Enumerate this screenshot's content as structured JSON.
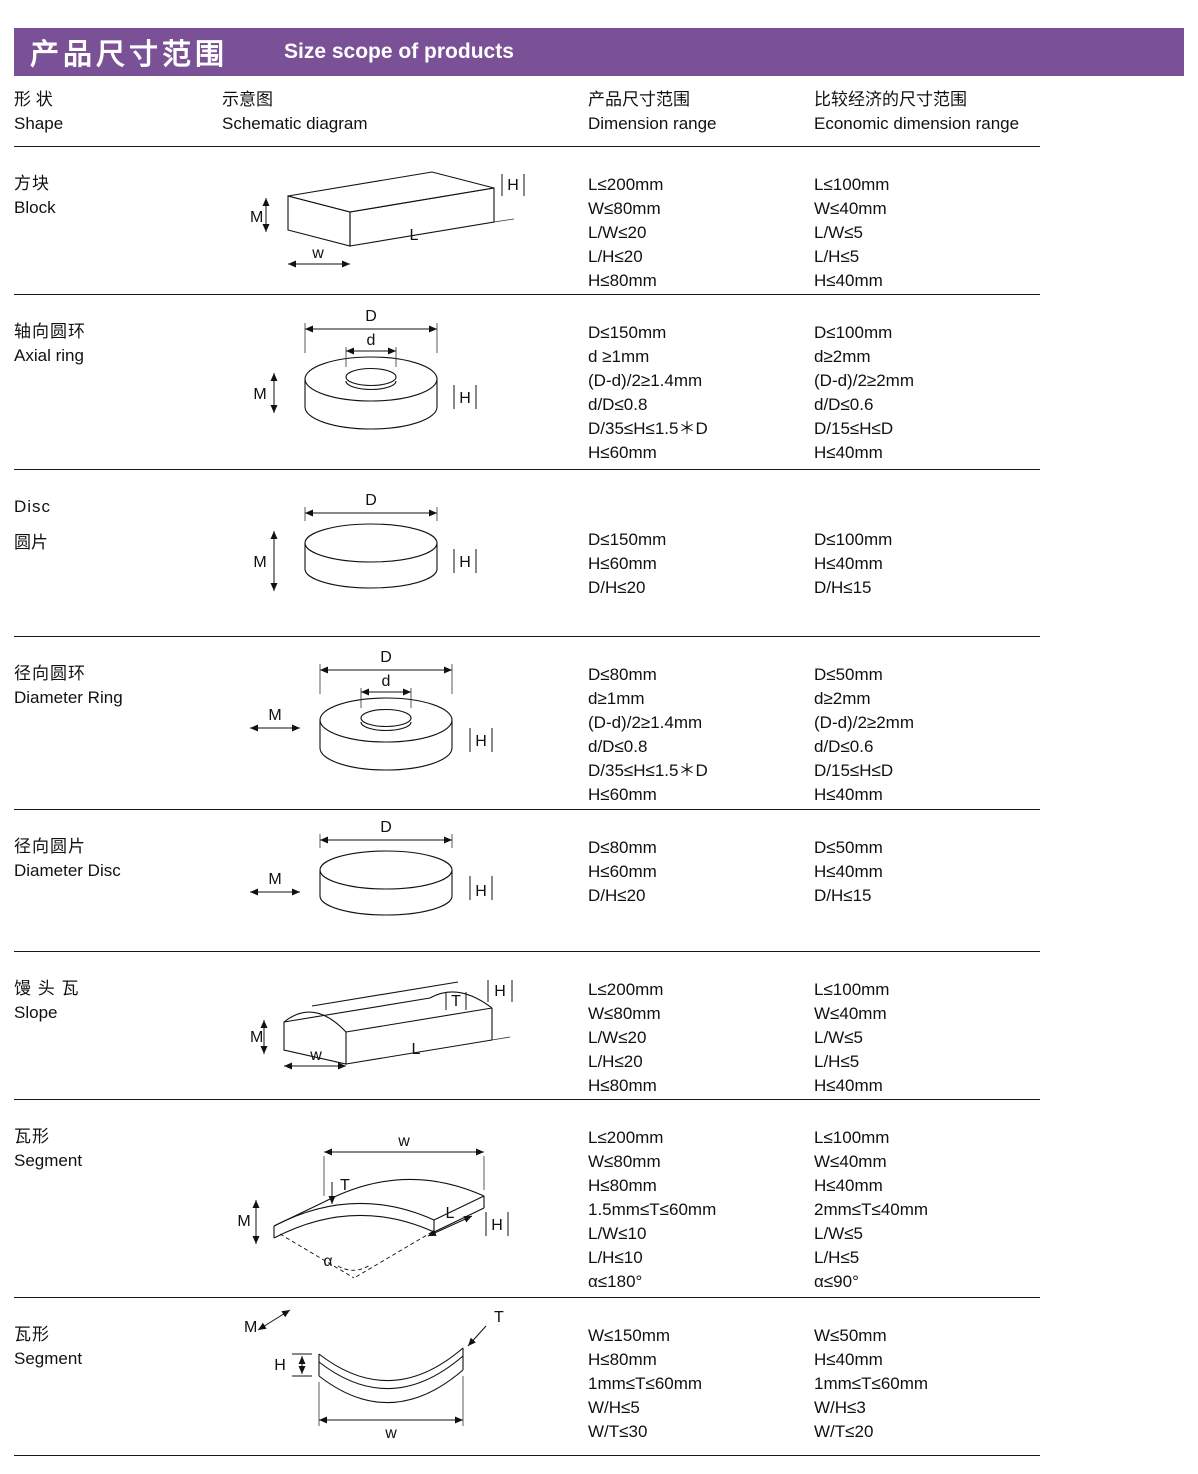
{
  "page": {
    "accent_color": "#7a5096",
    "line_color": "#1a1a1a"
  },
  "header": {
    "title_zh": "产品尺寸范围",
    "title_en": "Size scope of products"
  },
  "columns": {
    "shape": {
      "zh": "形 状",
      "en": "Shape"
    },
    "schematic": {
      "zh": "示意图",
      "en": "Schematic diagram"
    },
    "dimension": {
      "zh": "产品尺寸范围",
      "en": "Dimension range"
    },
    "economic": {
      "zh": "比较经济的尺寸范围",
      "en": "Economic dimension range"
    }
  },
  "diagram_labels": {
    "M": "M",
    "w": "w",
    "L": "L",
    "H": "H",
    "D": "D",
    "d": "d",
    "T": "T",
    "alpha": "α"
  },
  "rows": [
    {
      "shape_line1": "方块",
      "shape_line2": "Block",
      "diagram": "block",
      "dimension": [
        "L≤200mm",
        "W≤80mm",
        "L/W≤20",
        "L/H≤20",
        "H≤80mm"
      ],
      "economic": [
        "L≤100mm",
        "W≤40mm",
        "L/W≤5",
        "L/H≤5",
        "H≤40mm"
      ]
    },
    {
      "shape_line1": "轴向圆环",
      "shape_line2": "Axial ring",
      "diagram": "axial-ring",
      "dimension": [
        "D≤150mm",
        "d ≥1mm",
        "(D-d)/2≥1.4mm",
        "d/D≤0.8",
        "D/35≤H≤1.5＊D",
        "H≤60mm"
      ],
      "economic": [
        "D≤100mm",
        "d≥2mm",
        "(D-d)/2≥2mm",
        "d/D≤0.6",
        "D/15≤H≤D",
        "H≤40mm"
      ]
    },
    {
      "shape_line1": "Disc",
      "shape_line2": "圆片",
      "diagram": "disc",
      "dimension": [
        "D≤150mm",
        "H≤60mm",
        "D/H≤20"
      ],
      "economic": [
        "D≤100mm",
        "H≤40mm",
        "D/H≤15"
      ]
    },
    {
      "shape_line1": "径向圆环",
      "shape_line2": "Diameter Ring",
      "diagram": "diameter-ring",
      "dimension": [
        "D≤80mm",
        "d≥1mm",
        "(D-d)/2≥1.4mm",
        "d/D≤0.8",
        "D/35≤H≤1.5＊D",
        "H≤60mm"
      ],
      "economic": [
        "D≤50mm",
        "d≥2mm",
        "(D-d)/2≥2mm",
        "d/D≤0.6",
        "D/15≤H≤D",
        "H≤40mm"
      ]
    },
    {
      "shape_line1": "径向圆片",
      "shape_line2": "Diameter Disc",
      "diagram": "diameter-disc",
      "dimension": [
        "D≤80mm",
        "H≤60mm",
        "D/H≤20"
      ],
      "economic": [
        "D≤50mm",
        "H≤40mm",
        "D/H≤15"
      ]
    },
    {
      "shape_line1": "馒 头 瓦",
      "shape_line2": "Slope",
      "diagram": "slope",
      "dimension": [
        "L≤200mm",
        "W≤80mm",
        "L/W≤20",
        "L/H≤20",
        "H≤80mm"
      ],
      "economic": [
        "L≤100mm",
        "W≤40mm",
        "L/W≤5",
        "L/H≤5",
        "H≤40mm"
      ]
    },
    {
      "shape_line1": "瓦形",
      "shape_line2": "Segment",
      "diagram": "segment",
      "dimension": [
        "L≤200mm",
        "W≤80mm",
        "H≤80mm",
        "1.5mm≤T≤60mm",
        "L/W≤10",
        "L/H≤10",
        "α≤180°"
      ],
      "economic": [
        "L≤100mm",
        "W≤40mm",
        "H≤40mm",
        "2mm≤T≤40mm",
        "L/W≤5",
        "L/H≤5",
        "α≤90°"
      ]
    },
    {
      "shape_line1": "瓦形",
      "shape_line2": "Segment",
      "diagram": "segment-flat",
      "dimension": [
        "W≤150mm",
        "H≤80mm",
        "1mm≤T≤60mm",
        "W/H≤5",
        "W/T≤30"
      ],
      "economic": [
        "W≤50mm",
        "H≤40mm",
        "1mm≤T≤60mm",
        "W/H≤3",
        "W/T≤20"
      ]
    }
  ]
}
